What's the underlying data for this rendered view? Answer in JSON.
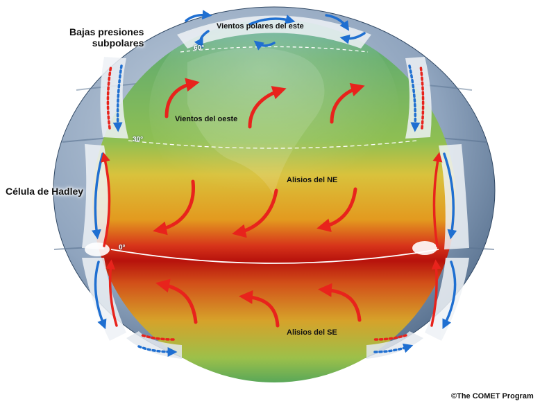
{
  "labels": {
    "subpolar_lows": [
      "Bajas presiones",
      "subpolares"
    ],
    "polar_easterlies": "Vientos polares del este",
    "westerlies": "Vientos del oeste",
    "hadley_cell": "Célula de Hadley",
    "ne_trades": "Alisios del NE",
    "se_trades": "Alisios del SE",
    "credit": "©The COMET Program"
  },
  "latitudes": {
    "lat60": "60°",
    "lat30": "30°",
    "lat0": "0°"
  },
  "colors": {
    "warm_arrow": "#e8231c",
    "cold_arrow": "#1f6fd1",
    "equator_red": "#c8140e",
    "tropics_yellow": "#e8c21a",
    "temperate_green": "#6fb64a",
    "shell_blue": "#7f97b4"
  }
}
